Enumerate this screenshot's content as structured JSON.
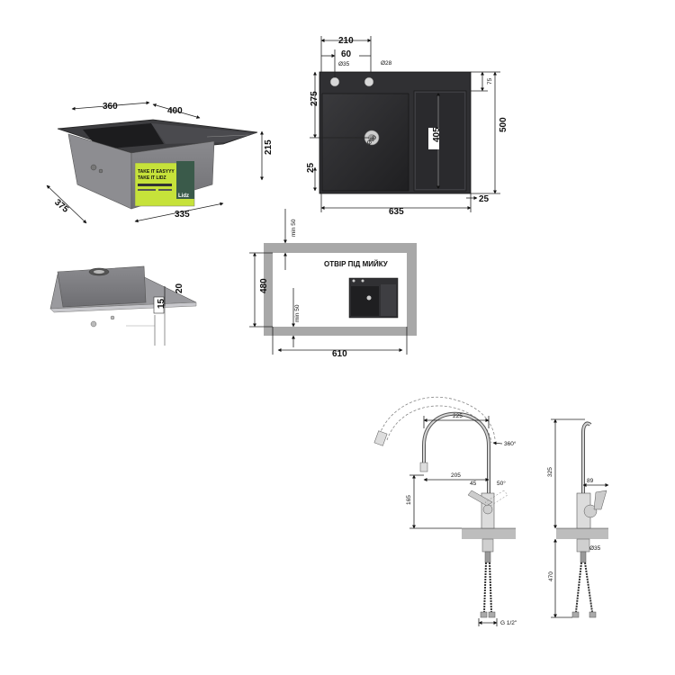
{
  "colors": {
    "sink_dark": "#2b2b2d",
    "sink_gray": "#7c7c80",
    "cutout_gray": "#a8a8a8",
    "label_green": "#c6e23a",
    "line": "#222222"
  },
  "iso_view": {
    "dims": {
      "top_left": "360",
      "top_right": "400",
      "depth": "375",
      "front": "335",
      "height": "215"
    },
    "label": {
      "line1": "TAKE IT EASYYY",
      "line2": "TAKE IT LIDZ",
      "brand": "Lidz"
    }
  },
  "top_view": {
    "dims": {
      "width_top": "210",
      "offset_60": "60",
      "hole_small": "Ø35",
      "hole_large": "Ø28",
      "left_275": "275",
      "right_75": "75",
      "total_500": "500",
      "inner_405": "405",
      "left_25": "25",
      "bottom_25": "25",
      "width_635": "635",
      "drain": "Ø90"
    }
  },
  "side_view": {
    "dims": {
      "d20": "20",
      "d15": "15"
    }
  },
  "cutout": {
    "title": "ОТВІР ПІД МИЙКУ",
    "dims": {
      "min_top": "min 50",
      "min_left": "min 50",
      "height": "480",
      "width": "610"
    }
  },
  "faucet_front": {
    "dims": {
      "reach": "225",
      "rotation": "360°",
      "spout": "205",
      "angle_left": "45",
      "angle_right": "50°",
      "height": "165",
      "thread": "G 1/2\""
    }
  },
  "faucet_side": {
    "dims": {
      "height": "325",
      "handle": "89",
      "base": "Ø35",
      "hose": "470"
    }
  }
}
